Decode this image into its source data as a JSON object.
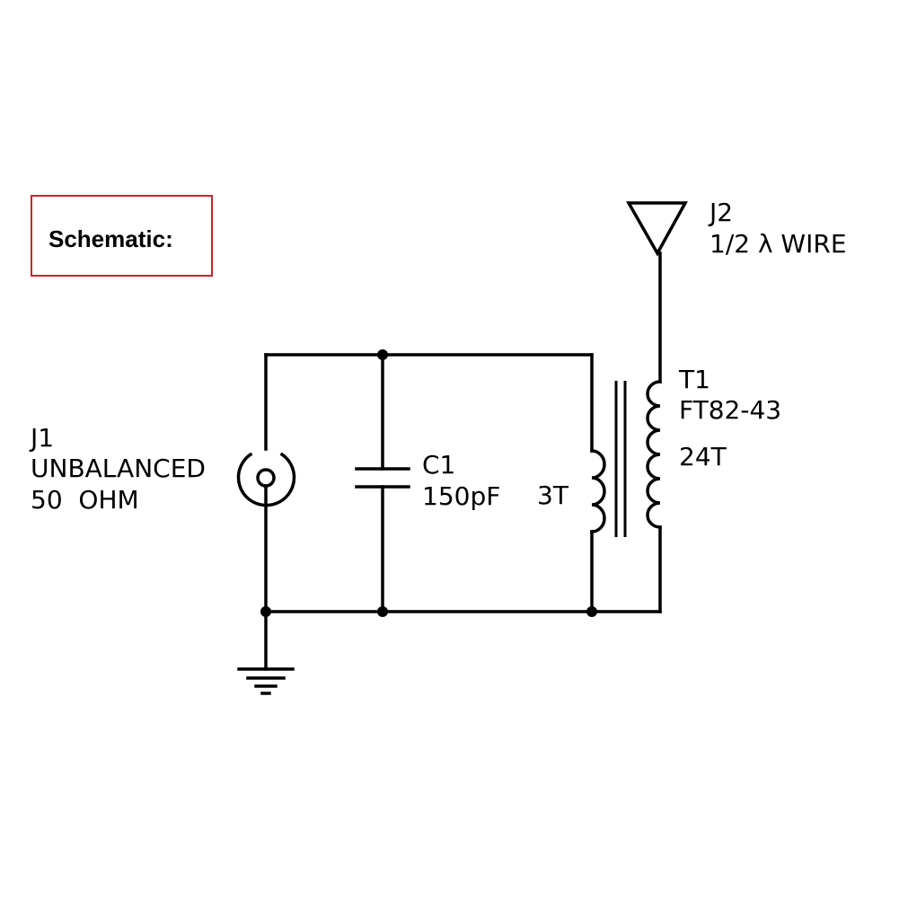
{
  "header": {
    "title": "Schematic:",
    "border_color": "#c0292b"
  },
  "components": {
    "j1": {
      "ref": "J1",
      "line1": "UNBALANCED",
      "line2": "50  OHM",
      "symbol": "coax-connector-icon"
    },
    "j2": {
      "ref": "J2",
      "desc": "1/2 λ WIRE",
      "symbol": "antenna-icon"
    },
    "c1": {
      "ref": "C1",
      "value": "150pF",
      "symbol": "capacitor-icon"
    },
    "t1": {
      "ref": "T1",
      "core": "FT82-43",
      "primary_turns": "3T",
      "secondary_turns": "24T",
      "symbol": "transformer-icon"
    }
  },
  "ground": {
    "symbol": "ground-icon"
  }
}
